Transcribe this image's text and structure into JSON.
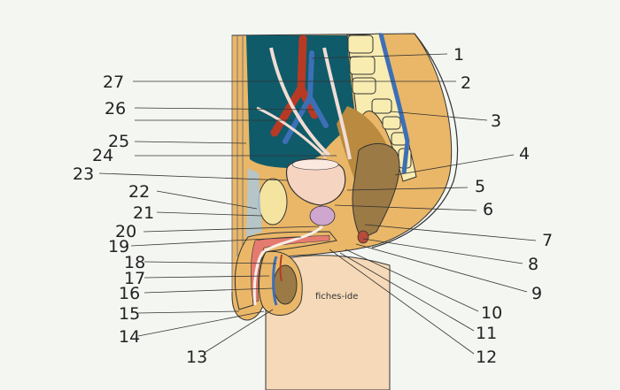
{
  "figure": {
    "watermark": "fiches-ide",
    "colors": {
      "background": "#f4f6f2",
      "skin": "#f5d9b8",
      "tissue": "#eab768",
      "cavity": "#0f5b6a",
      "artery": "#b83a24",
      "vein": "#3d6fb6",
      "ureter": "#f1ddd3",
      "bladder": "#f6d4c2",
      "prostate": "#cfa6cf",
      "rectum": "#9c7a45",
      "vertebra": "#f8ecb1",
      "pubis": "#f5e3a0",
      "ligament": "#a9c8df"
    },
    "labels_right": [
      "1",
      "2",
      "3",
      "4",
      "5",
      "6",
      "7",
      "8",
      "9",
      "10",
      "11",
      "12"
    ],
    "labels_left": [
      "27",
      "26",
      "25",
      "24",
      "23",
      "22",
      "21",
      "20",
      "19",
      "18",
      "17",
      "16",
      "15",
      "14",
      "13"
    ]
  }
}
